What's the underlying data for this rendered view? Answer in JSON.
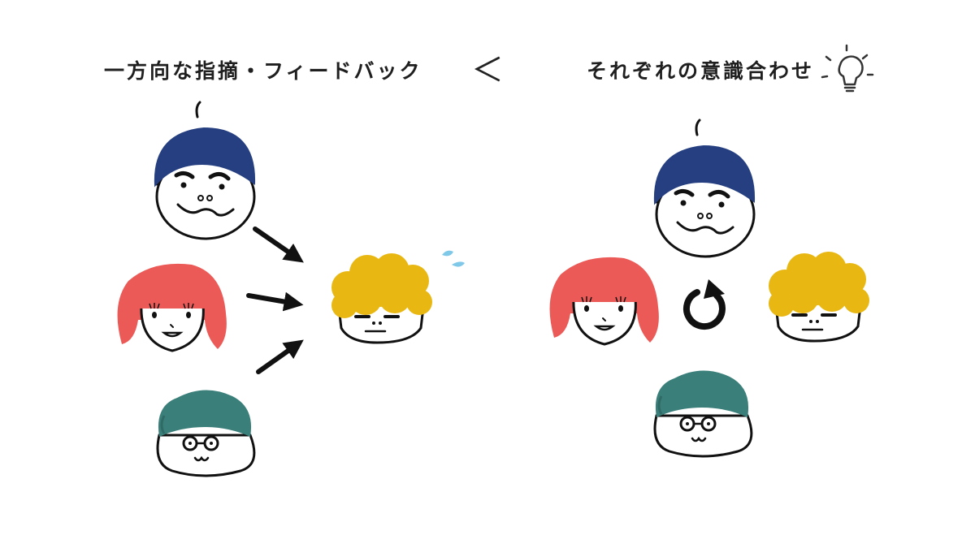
{
  "left_panel": {
    "heading": "一方向な指摘・フィードバック"
  },
  "comparison": {
    "symbol": "＜"
  },
  "right_panel": {
    "heading": "それぞれの意識合わせ",
    "icon": "lightbulb-icon"
  },
  "characters": [
    {
      "name": "navy-beret-person",
      "hair_color": "#253f80"
    },
    {
      "name": "red-bob-person",
      "hair_color": "#ec5a57"
    },
    {
      "name": "teal-hair-glasses-person",
      "hair_color": "#3b7f7a"
    },
    {
      "name": "yellow-curly-person",
      "hair_color": "#e8b712"
    }
  ],
  "colors": {
    "navy": "#253f80",
    "red": "#ec5a57",
    "teal": "#3b7f7a",
    "yellow": "#e8b712",
    "sweat": "#7fc8e8",
    "ink": "#111111"
  }
}
